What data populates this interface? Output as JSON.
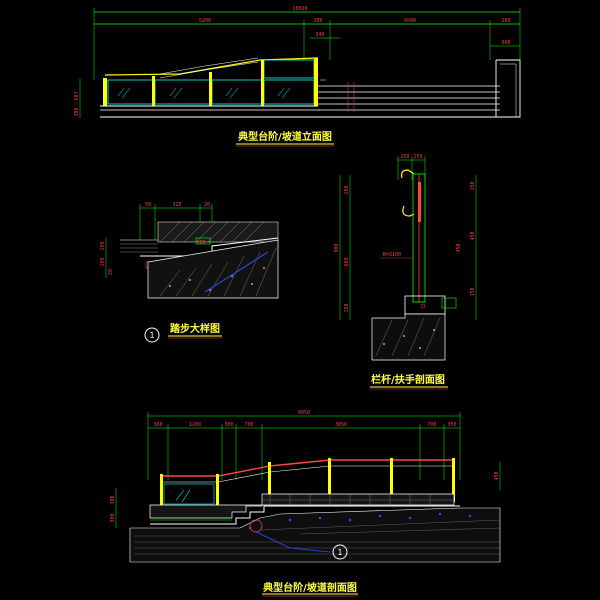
{
  "titles": {
    "elevation": "典型台阶/坡道立面图",
    "step_detail": "踏步大样图",
    "railing_section": "栏杆/扶手剖面图",
    "section": "典型台阶/坡道剖面图"
  },
  "detail_marker": "1",
  "elevation_dims": {
    "overall": "10020",
    "seg1": "5200",
    "seg2": "200",
    "seg3": "4500",
    "seg4": "200",
    "sub_a": "340",
    "sub_b": "600",
    "height_a": "607",
    "height_b": "300"
  },
  "step_dims": {
    "top_a": "50",
    "top_b": "320",
    "top_c": "20",
    "left_a": "150",
    "left_b": "150",
    "left_c": "20",
    "tread": "300"
  },
  "railing_dims": {
    "top_a": "250",
    "top_b": "250",
    "left_total": "900",
    "left_upper": "150",
    "left_mid": "600",
    "left_lower": "150",
    "radius": "R=2100",
    "right_a": "150",
    "right_b": "450",
    "right_c": "150",
    "right_d": "450"
  },
  "section_dims": {
    "overall": "4950",
    "seg1": "360",
    "seg2": "1200",
    "seg3": "300",
    "seg4": "700",
    "seg5": "3850",
    "seg6": "700",
    "seg7": "350",
    "left_a": "300",
    "left_b": "300",
    "right_a": "450"
  },
  "colors": {
    "background": "#000000",
    "dimension": "#ff3b3b",
    "title": "#ffff44",
    "outline": "#ffffff",
    "glass": "#00ffff",
    "rail": "#ffff00",
    "handrail": "#ff4444",
    "hatch": "#8a8a8a",
    "reference": "#3050ff",
    "accent": "#00ff00"
  }
}
